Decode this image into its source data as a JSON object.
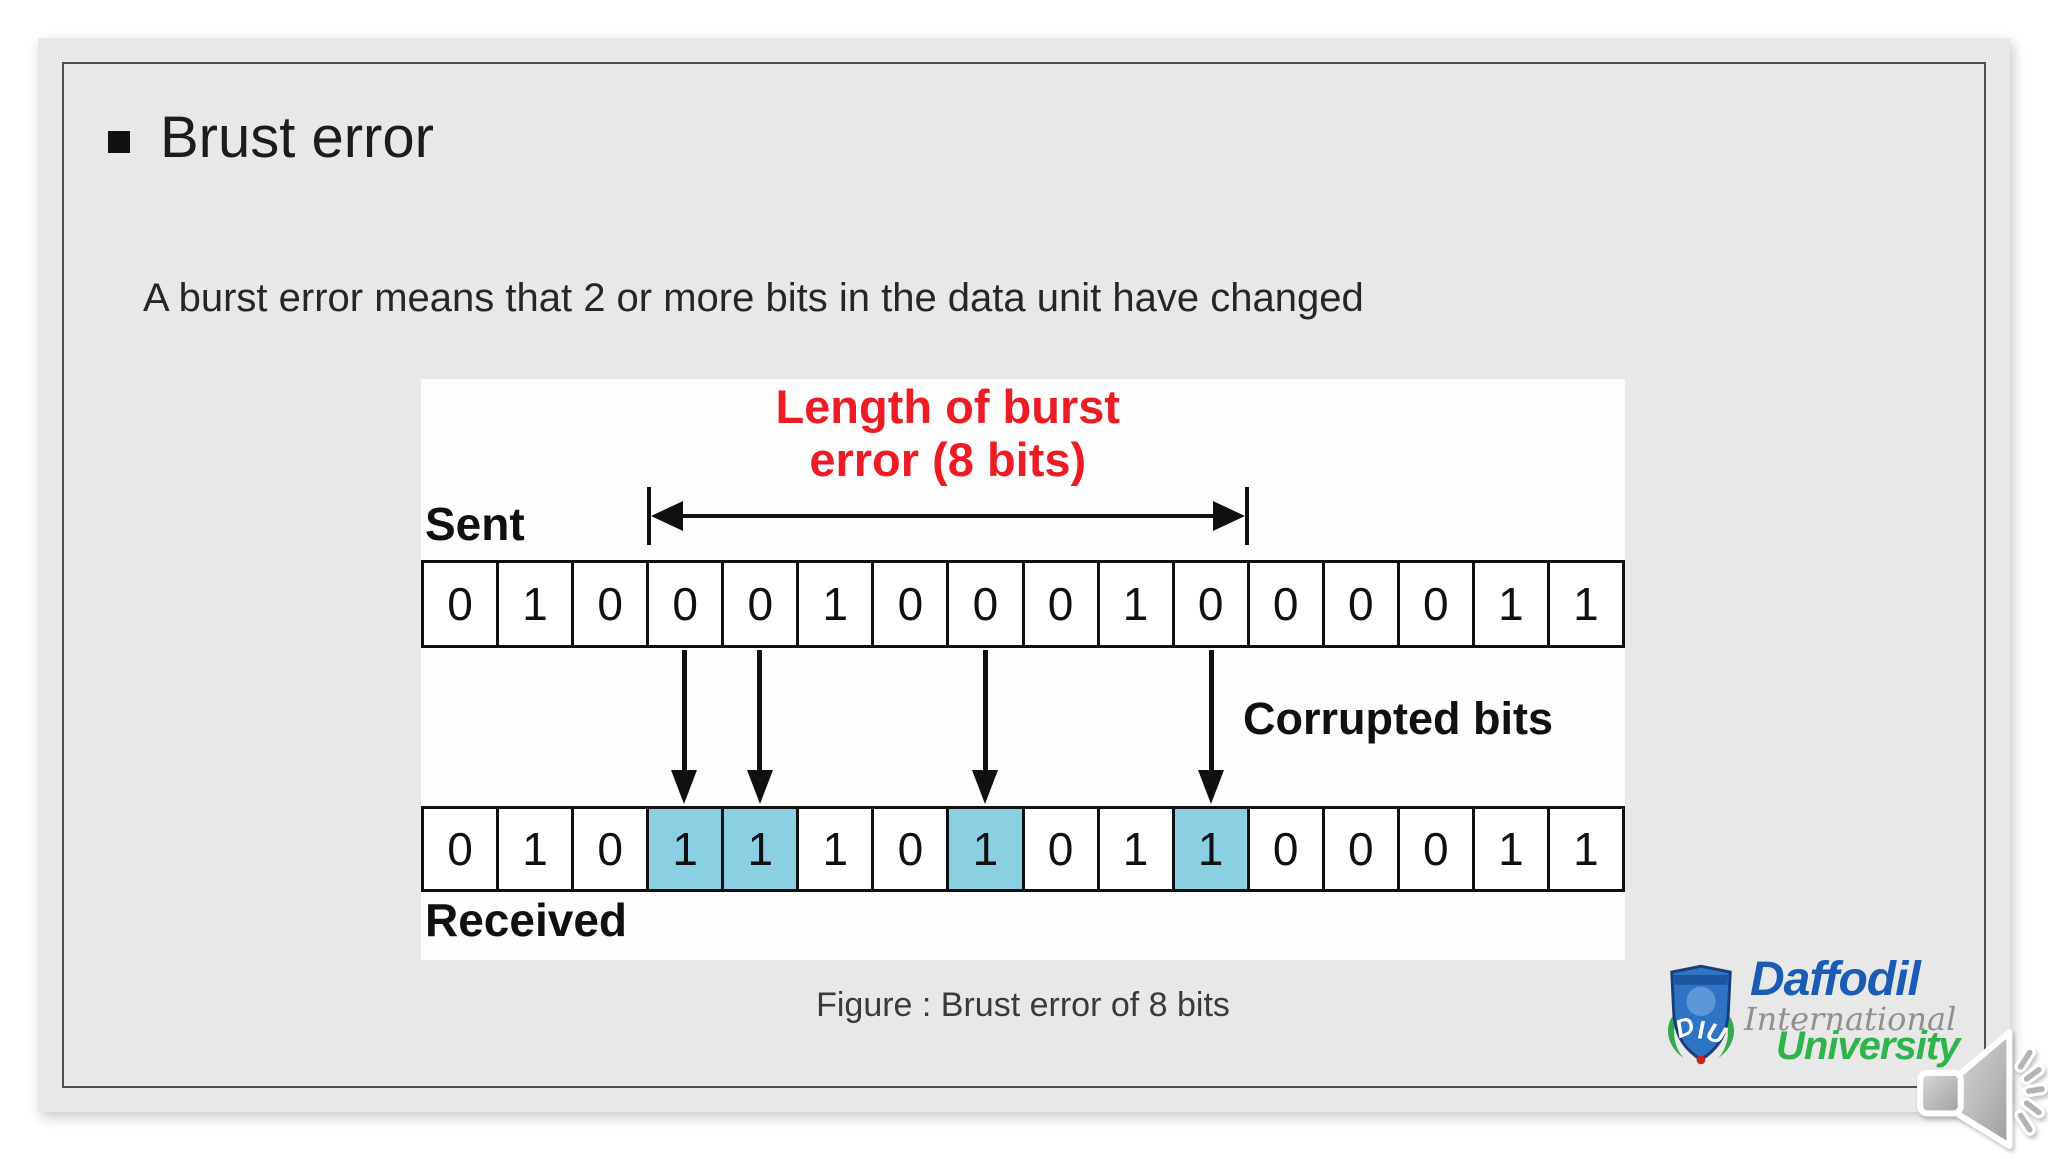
{
  "slide": {
    "title": "Brust error",
    "body_text": "A burst error means that 2 or more bits in the data unit have changed",
    "caption": "Figure : Brust error of 8 bits"
  },
  "diagram": {
    "burst_label_line1": "Length of burst",
    "burst_label_line2": "error (8 bits)",
    "sent_label": "Sent",
    "received_label": "Received",
    "corrupted_label": "Corrupted bits",
    "sent_bits": [
      0,
      1,
      0,
      0,
      0,
      1,
      0,
      0,
      0,
      1,
      0,
      0,
      0,
      0,
      1,
      1
    ],
    "received_bits": [
      0,
      1,
      0,
      1,
      1,
      1,
      0,
      1,
      0,
      1,
      1,
      0,
      0,
      0,
      1,
      1
    ],
    "corrupted_indices": [
      3,
      4,
      7,
      10
    ],
    "burst_start_index": 3,
    "burst_length_bits": 8
  },
  "logo": {
    "daffodil": "Daffodil",
    "international": "International",
    "university": "University",
    "shield_text": "DIU"
  },
  "icons": {
    "speaker": "speaker-icon",
    "bullet": "square-bullet-icon"
  },
  "colors": {
    "slide_bg": "#e8e8e8",
    "diagram_bg": "#fdfdfd",
    "highlight": "#8ad0e2",
    "burst_text": "#ed1c24",
    "line_color": "#101010",
    "logo_blue": "#1a5cb5",
    "logo_green": "#2fb34b",
    "logo_gray": "#909090"
  }
}
